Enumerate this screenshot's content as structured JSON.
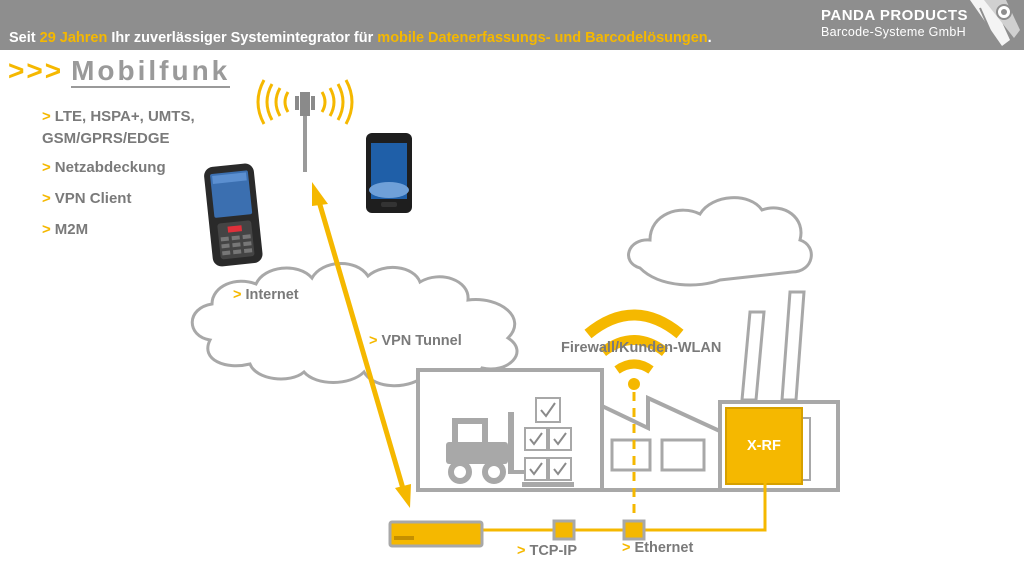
{
  "header": {
    "tagline_pre": "Seit ",
    "tagline_years": "29 Jahren",
    "tagline_mid": " Ihr zuverlässiger Systemintegrator für ",
    "tagline_focus": "mobile Datenerfassungs- und Barcodelösungen",
    "tagline_end": ".",
    "brand_line1": "PANDA PRODUCTS",
    "brand_line2": "Barcode-Systeme GmbH"
  },
  "title": {
    "arrows": ">>>",
    "text": "Mobilfunk"
  },
  "bullets": [
    {
      "marker": ">",
      "text": "LTE, HSPA+, UMTS, GSM/GPRS/EDGE"
    },
    {
      "marker": ">",
      "text": "Netzabdeckung"
    },
    {
      "marker": ">",
      "text": "VPN Client"
    },
    {
      "marker": ">",
      "text": "M2M"
    }
  ],
  "labels": {
    "internet": "Internet",
    "vpn_tunnel": "VPN Tunnel",
    "firewall": "Firewall/Kunden-WLAN",
    "xrf": "X-RF",
    "tcp_ip": "TCP-IP",
    "ethernet": "Ethernet",
    "marker": ">"
  },
  "colors": {
    "accent": "#f5b800",
    "gray": "#9a9a9a",
    "header": "#8e8e8e"
  }
}
